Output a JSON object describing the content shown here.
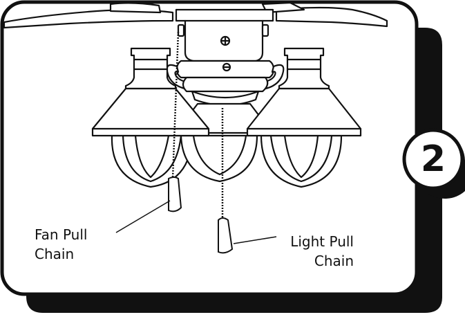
{
  "labels": {
    "fan_pull_chain": [
      "Fan Pull",
      "Chain"
    ],
    "light_pull_chain": [
      "Light Pull",
      "Chain"
    ]
  },
  "step": {
    "number": "2"
  },
  "colors": {
    "ink": "#111111",
    "panel": "#ffffff",
    "shadow": "#111111"
  },
  "parts": [
    "ceiling-fan-blades",
    "motor-housing",
    "switch-housing",
    "light-shade-left",
    "light-shade-center",
    "light-shade-right",
    "glass-globes",
    "fan-pull-chain",
    "light-pull-chain"
  ]
}
